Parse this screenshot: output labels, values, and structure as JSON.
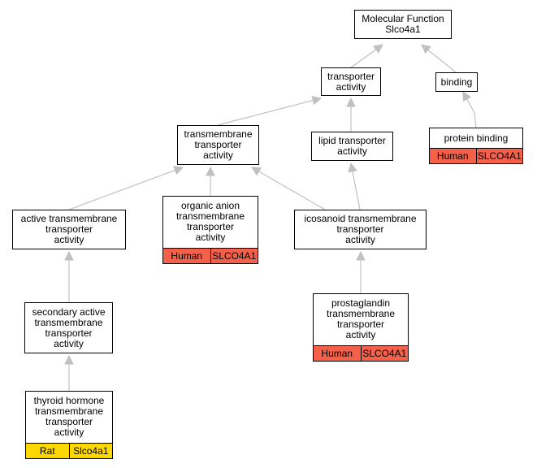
{
  "colors": {
    "edge": "#c0c0c0",
    "human_annotation": "#f4604a",
    "rat_annotation": "#fdd700",
    "node_border": "#000000",
    "node_fill": "#ffffff"
  },
  "nodes": {
    "molecular_function": {
      "label": "Molecular Function\nSlco4a1"
    },
    "transporter_activity": {
      "label": "transporter\nactivity"
    },
    "binding": {
      "label": "binding"
    },
    "transmembrane_transporter": {
      "label": "transmembrane\ntransporter\nactivity"
    },
    "lipid_transporter": {
      "label": "lipid transporter\nactivity"
    },
    "protein_binding": {
      "label": "protein binding",
      "species": "Human",
      "gene": "SLCO4A1"
    },
    "active_transmembrane": {
      "label": "active transmembrane\ntransporter\nactivity"
    },
    "organic_anion": {
      "label": "organic anion\ntransmembrane\ntransporter\nactivity",
      "species": "Human",
      "gene": "SLCO4A1"
    },
    "icosanoid": {
      "label": "icosanoid transmembrane\ntransporter\nactivity"
    },
    "secondary_active": {
      "label": "secondary active\ntransmembrane\ntransporter\nactivity"
    },
    "prostaglandin": {
      "label": "prostaglandin\ntransmembrane\ntransporter\nactivity",
      "species": "Human",
      "gene": "SLCO4A1"
    },
    "thyroid_hormone": {
      "label": "thyroid hormone\ntransmembrane\ntransporter\nactivity",
      "species": "Rat",
      "gene": "Slco4a1"
    }
  },
  "edges": [
    {
      "from": "transporter_activity",
      "to": "molecular_function"
    },
    {
      "from": "binding",
      "to": "molecular_function"
    },
    {
      "from": "transmembrane_transporter",
      "to": "transporter_activity"
    },
    {
      "from": "lipid_transporter",
      "to": "transporter_activity"
    },
    {
      "from": "protein_binding",
      "to": "binding"
    },
    {
      "from": "active_transmembrane",
      "to": "transmembrane_transporter"
    },
    {
      "from": "organic_anion",
      "to": "transmembrane_transporter"
    },
    {
      "from": "icosanoid",
      "to": "transmembrane_transporter"
    },
    {
      "from": "icosanoid",
      "to": "lipid_transporter"
    },
    {
      "from": "secondary_active",
      "to": "active_transmembrane"
    },
    {
      "from": "prostaglandin",
      "to": "icosanoid"
    },
    {
      "from": "thyroid_hormone",
      "to": "secondary_active"
    }
  ]
}
